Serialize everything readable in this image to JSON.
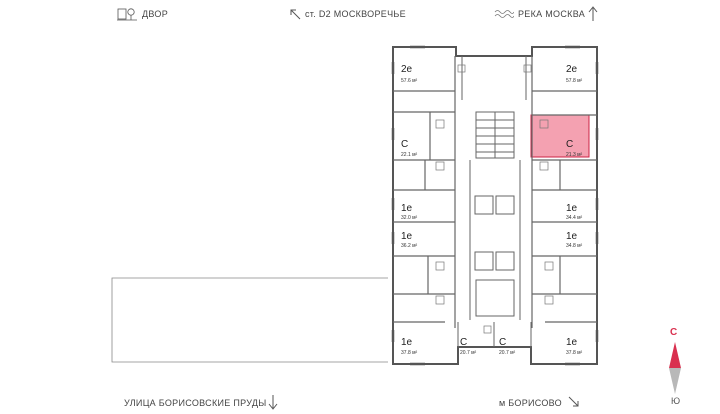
{
  "landmarks": {
    "yard": "ДВОР",
    "station": "ст. D2 МОСКВОРЕЧЬЕ",
    "river": "РЕКА МОСКВА",
    "street": "УЛИЦА БОРИСОВСКИЕ ПРУДЫ",
    "metro": "м БОРИСОВО"
  },
  "compass": {
    "north": "С",
    "south": "Ю"
  },
  "colors": {
    "highlight": "#f4a1b1",
    "wall": "#555555",
    "accent": "#d9304f"
  },
  "apartments": [
    {
      "id": "left-1",
      "type": "2е",
      "area": "57.6 м²"
    },
    {
      "id": "left-2",
      "type": "С",
      "area": "22.1 м²"
    },
    {
      "id": "left-3",
      "type": "1е",
      "area": "32.0 м²"
    },
    {
      "id": "left-4",
      "type": "1е",
      "area": "36.2 м²"
    },
    {
      "id": "left-5",
      "type": "1е",
      "area": "37.8 м²"
    },
    {
      "id": "bottom-left",
      "type": "С",
      "area": "20.7 м²"
    },
    {
      "id": "bottom-right",
      "type": "С",
      "area": "20.7 м²"
    },
    {
      "id": "right-1",
      "type": "2е",
      "area": "57.8 м²"
    },
    {
      "id": "right-2",
      "type": "С",
      "area": "21.3 м²",
      "selected": true
    },
    {
      "id": "right-3",
      "type": "1е",
      "area": "34.4 м²"
    },
    {
      "id": "right-4",
      "type": "1е",
      "area": "34.8 м²"
    },
    {
      "id": "right-5",
      "type": "1е",
      "area": "37.8 м²"
    }
  ]
}
